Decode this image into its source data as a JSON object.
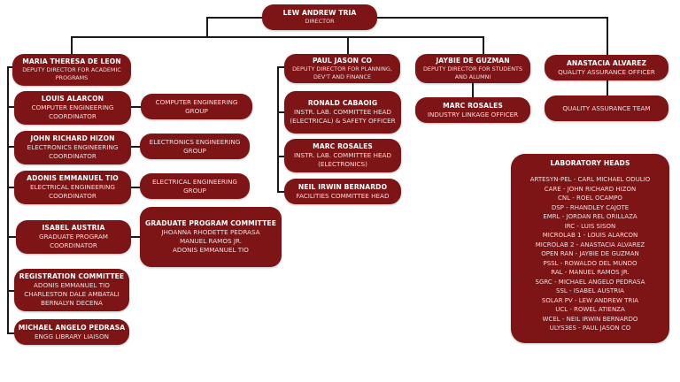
{
  "director": {
    "name": "LEW ANDREW TRIA",
    "role": "DIRECTOR"
  },
  "deputies": {
    "academic": {
      "name": "MARIA THERESA DE LEON",
      "role": "DEPUTY DIRECTOR FOR ACADEMIC PROGRAMS"
    },
    "planning": {
      "name": "PAUL JASON CO",
      "role": "DEPUTY DIRECTOR FOR PLANNING, DEV'T AND FINANCE"
    },
    "students": {
      "name": "JAYBIE DE GUZMAN",
      "role": "DEPUTY DIRECTOR FOR STUDENTS AND ALUMNI"
    },
    "qa": {
      "name": "ANASTACIA ALVAREZ",
      "role": "QUALITY ASSURANCE OFFICER"
    }
  },
  "academic_units": [
    {
      "name": "LOUIS ALARCON",
      "role": "COMPUTER ENGINEERING COORDINATOR",
      "group": "COMPUTER ENGINEERING GROUP"
    },
    {
      "name": "JOHN RICHARD HIZON",
      "role": "ELECTRONICS ENGINEERING COORDINATOR",
      "group": "ELECTRONICS ENGINEERING GROUP"
    },
    {
      "name": "ADONIS EMMANUEL TIO",
      "role": "ELECTRICAL ENGINEERING COORDINATOR",
      "group": "ELECTRICAL ENGINEERING GROUP"
    },
    {
      "name": "ISABEL AUSTRIA",
      "role": "GRADUATE PROGRAM COORDINATOR"
    }
  ],
  "graduate_committee": {
    "title": "GRADUATE PROGRAM COMMITTEE",
    "members": [
      "JHOANNA RHODETTE PEDRASA",
      "MANUEL RAMOS JR.",
      "ADONIS EMMANUEL TIO"
    ]
  },
  "registration_committee": {
    "title": "REGISTRATION COMMITTEE",
    "members": [
      "ADONIS EMMANUEL TIO",
      "CHARLESTON DALE AMBATALI",
      "BERNALYN DECENA"
    ]
  },
  "library": {
    "name": "MICHAEL ANGELO PEDRASA",
    "role": "ENGG LIBRARY LIAISON"
  },
  "planning_units": [
    {
      "name": "RONALD CABAOIG",
      "role": "INSTR. LAB. COMMITTEE HEAD (ELECTRICAL) & SAFETY OFFICER"
    },
    {
      "name": "MARC ROSALES",
      "role": "INSTR. LAB. COMMITTEE HEAD (ELECTRONICS)"
    },
    {
      "name": "NEIL IRWIN BERNARDO",
      "role": "FACILITIES COMMITTEE HEAD"
    }
  ],
  "students_unit": {
    "name": "MARC ROSALES",
    "role": "INDUSTRY LINKAGE OFFICER"
  },
  "qa_team": {
    "label": "QUALITY ASSURANCE TEAM"
  },
  "lab_heads": {
    "title": "LABORATORY HEADS",
    "items": [
      "ARTESYN-PEL - CARL MICHAEL ODULIO",
      "CARE - JOHN RICHARD HIZON",
      "CNL - ROEL OCAMPO",
      "DSP - RHANDLEY CAJOTE",
      "EMRL - JORDAN REL ORILLAZA",
      "IRC - LUIS SISON",
      "MICROLAB 1 - LOUIS ALARCON",
      "MICROLAB 2 - ANASTACIA ALVAREZ",
      "OPEN RAN - JAYBIE DE GUZMAN",
      "PSSL - ROWALDO DEL MUNDO",
      "RAL - MANUEL RAMOS JR.",
      "SGRC - MICHAEL ANGELO PEDRASA",
      "SSL - ISABEL AUSTRIA",
      "SOLAR PV - LEW ANDREW TRIA",
      "UCL - ROWEL ATIENZA",
      "WCEL - NEIL IRWIN BERNARDO",
      "ULYS3ES - PAUL JASON CO"
    ]
  }
}
